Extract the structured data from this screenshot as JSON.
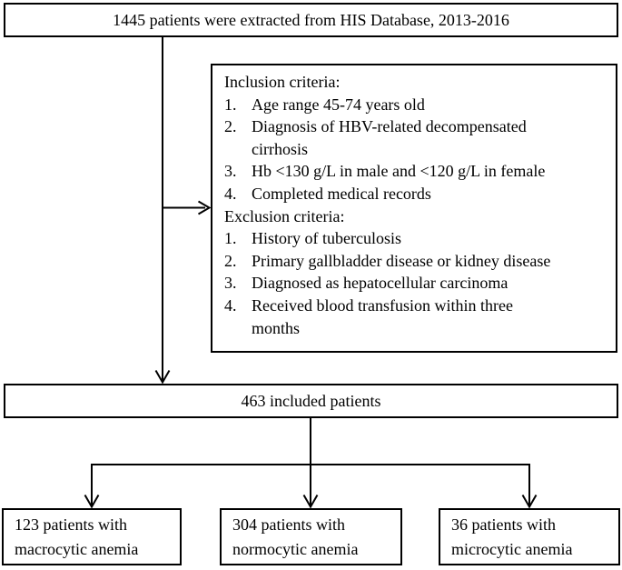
{
  "flowchart": {
    "colors": {
      "background": "#ffffff",
      "line": "#000000",
      "text": "#000000"
    },
    "extracted_box": {
      "text": "1445 patients were extracted from HIS Database, 2013-2016"
    },
    "criteria_box": {
      "inclusion_title": "Inclusion criteria:",
      "inclusion_items": [
        {
          "num": "1.",
          "text": "Age range 45-74 years old"
        },
        {
          "num": "2.",
          "text": "Diagnosis of HBV-related decompensated\ncirrhosis"
        },
        {
          "num": "3.",
          "text": "Hb <130 g/L in male and <120 g/L in female"
        },
        {
          "num": "4.",
          "text": "Completed medical records"
        }
      ],
      "exclusion_title": "Exclusion criteria:",
      "exclusion_items": [
        {
          "num": "1.",
          "text": "History of tuberculosis"
        },
        {
          "num": "2.",
          "text": "Primary gallbladder disease or kidney disease"
        },
        {
          "num": "3.",
          "text": "Diagnosed as hepatocellular carcinoma"
        },
        {
          "num": "4.",
          "text": "Received blood transfusion within three\nmonths"
        }
      ]
    },
    "included_box": {
      "text": "463 included patients"
    },
    "outcome_boxes": [
      {
        "text": "123 patients with\nmacrocytic anemia"
      },
      {
        "text": "304 patients with\nnormocytic anemia"
      },
      {
        "text": "36 patients with\nmicrocytic anemia"
      }
    ]
  }
}
